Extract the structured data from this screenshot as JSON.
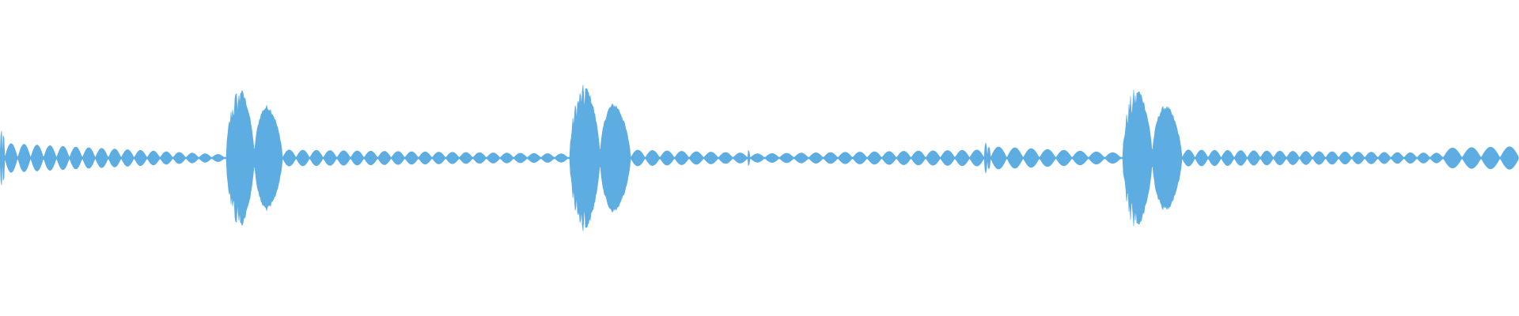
{
  "waveform": {
    "color": "#5dade2",
    "background": "#ffffff",
    "baseline_amplitude": 0.01,
    "segments": [
      {
        "type": "burst",
        "start": 0.0,
        "end": 0.003,
        "amp": 0.44
      },
      {
        "type": "ripple",
        "start": 0.003,
        "end": 0.148,
        "amp_start": 0.18,
        "amp_end": 0.04,
        "lobes": 17
      },
      {
        "type": "burst",
        "start": 0.149,
        "end": 0.186,
        "amp": 0.96
      },
      {
        "type": "ripple",
        "start": 0.186,
        "end": 0.374,
        "amp_start": 0.1,
        "amp_end": 0.05,
        "lobes": 21
      },
      {
        "type": "burst",
        "start": 0.375,
        "end": 0.415,
        "amp": 1.0
      },
      {
        "type": "ripple",
        "start": 0.415,
        "end": 0.492,
        "amp_start": 0.1,
        "amp_end": 0.06,
        "lobes": 8
      },
      {
        "type": "burst",
        "start": 0.492,
        "end": 0.494,
        "amp": 0.12
      },
      {
        "type": "ripple",
        "start": 0.494,
        "end": 0.648,
        "amp_start": 0.05,
        "amp_end": 0.1,
        "lobes": 16
      },
      {
        "type": "burst",
        "start": 0.648,
        "end": 0.652,
        "amp": 0.22
      },
      {
        "type": "ripple",
        "start": 0.652,
        "end": 0.738,
        "amp_start": 0.14,
        "amp_end": 0.06,
        "lobes": 8
      },
      {
        "type": "burst",
        "start": 0.739,
        "end": 0.778,
        "amp": 0.96
      },
      {
        "type": "ripple",
        "start": 0.778,
        "end": 0.95,
        "amp_start": 0.1,
        "amp_end": 0.06,
        "lobes": 20
      },
      {
        "type": "ripple",
        "start": 0.95,
        "end": 1.0,
        "amp_start": 0.12,
        "amp_end": 0.14,
        "lobes": 4
      }
    ]
  }
}
